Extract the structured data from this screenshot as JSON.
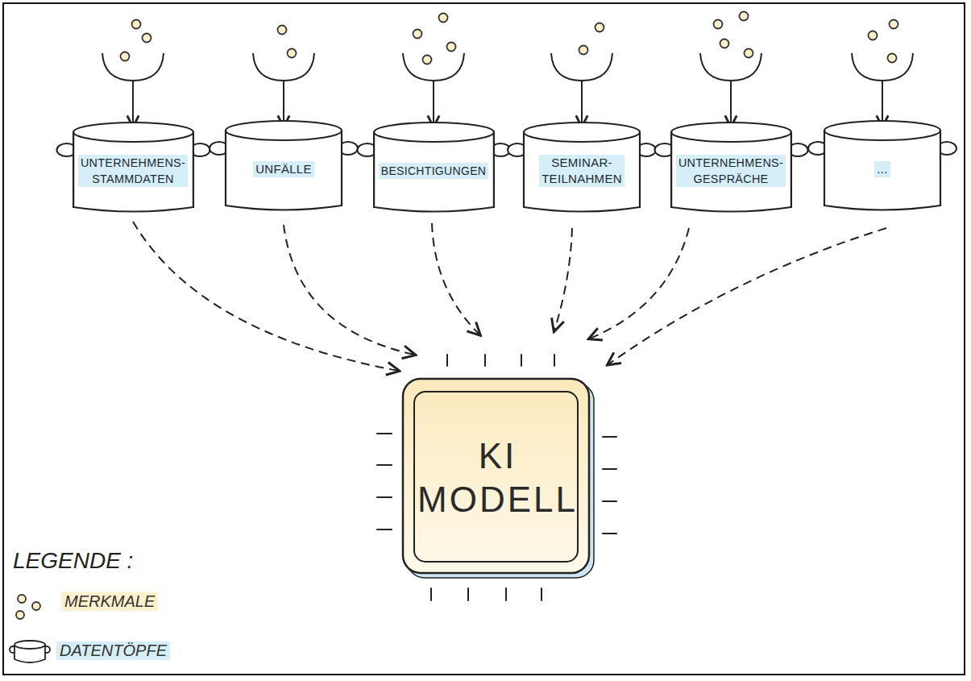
{
  "diagram": {
    "nodes": [
      {
        "text": [
          "UNTERNEHMENS- STAMMDATEN"
        ]
      },
      {
        "text": [
          "UNFÄLLE"
        ]
      },
      {
        "text": [
          "BESICHTIGUNGEN"
        ]
      },
      {
        "text": [
          "SEMINAR- TEILNAHMEN"
        ]
      },
      {
        "text": [
          "UNTERNEHMENS- GESPRÄCHE"
        ]
      },
      {
        "text": [
          "..."
        ]
      },
      {
        "text": [
          "KI MODELL"
        ]
      }
    ],
    "edges": [
      {
        "from": 0,
        "to": 6,
        "arrow": "to"
      },
      {
        "from": 1,
        "to": 6,
        "arrow": "to"
      },
      {
        "from": 2,
        "to": 6,
        "arrow": "to"
      },
      {
        "from": 3,
        "to": 6,
        "arrow": "to"
      },
      {
        "from": 4,
        "to": 6,
        "arrow": "to"
      },
      {
        "from": 5,
        "to": 6,
        "arrow": "to"
      }
    ],
    "labels": [
      "LEGENDE :"
    ],
    "legend": [
      {
        "text": "MERKMALE"
      },
      {
        "text": "DATENTÖPFE"
      }
    ]
  }
}
